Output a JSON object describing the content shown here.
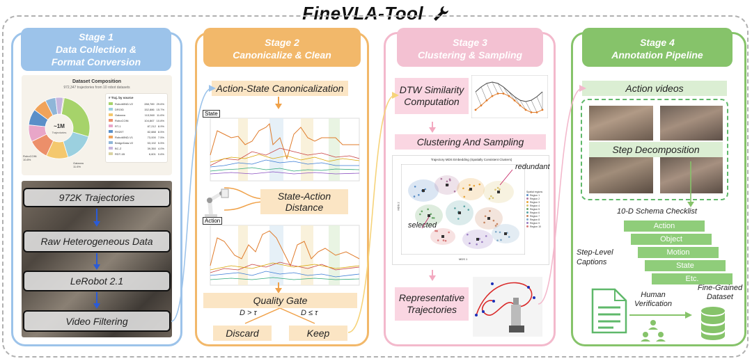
{
  "title": "FineVLA-Tool",
  "title_icon": "wrench-icon",
  "colors": {
    "stage1": "#9cc3ea",
    "stage2": "#f2b86a",
    "stage3": "#f3b9cc",
    "stage4": "#86c36a"
  },
  "stage1": {
    "header": [
      "Stage 1",
      "Data Collection &",
      "Format Conversion"
    ],
    "composition": {
      "title": "Dataset Composition",
      "subtitle": "972,347 trajectories from 10 robot datasets",
      "center_value": "~1M",
      "center_label": "Trajectories",
      "legend_title": "# Traj. by source",
      "legend": [
        {
          "name": "RoboMIND-V2",
          "count": "288,789",
          "pct": "29.6%",
          "color": "#a6d36a"
        },
        {
          "name": "DROID",
          "count": "152,886",
          "pct": "15.7%",
          "color": "#9bd0df"
        },
        {
          "name": "Galaxea",
          "count": "113,560",
          "pct": "11.6%",
          "color": "#f4c86e"
        },
        {
          "name": "RoboCOIN",
          "count": "104,867",
          "pct": "10.8%",
          "color": "#ec8f6a"
        },
        {
          "name": "RT-1",
          "count": "87,212",
          "pct": "8.9%",
          "color": "#e8a6c8"
        },
        {
          "name": "RH20T",
          "count": "82,888",
          "pct": "8.5%",
          "color": "#5a8fc8"
        },
        {
          "name": "RoboMIND-V1",
          "count": "73,000",
          "pct": "7.5%",
          "color": "#f0a35a"
        },
        {
          "name": "BridgeData-V2",
          "count": "53,192",
          "pct": "5.5%",
          "color": "#8fb6d8"
        },
        {
          "name": "BC-Z",
          "count": "39,350",
          "pct": "4.0%",
          "color": "#c6b5de"
        },
        {
          "name": "RDT-1B",
          "count": "6,601",
          "pct": "0.6%",
          "color": "#d9d2a2"
        }
      ],
      "callouts": [
        {
          "label": "RoboCOIN",
          "pct": "10.8%"
        },
        {
          "label": "Galaxea",
          "pct": "11.6%"
        }
      ],
      "pie_fractions": [
        0.296,
        0.157,
        0.116,
        0.108,
        0.089,
        0.085,
        0.075,
        0.055,
        0.04,
        0.006
      ]
    },
    "steps": [
      "972K Trajectories",
      "Raw Heterogeneous Data",
      "LeRobot 2.1",
      "Video Filtering"
    ]
  },
  "stage2": {
    "header": [
      "Stage 2",
      "Canonicalize & Clean"
    ],
    "canonicalization": "Action-State Canonicalization",
    "state_label": "State",
    "action_label": "Action",
    "distance_label": [
      "State-Action",
      "Distance"
    ],
    "quality_gate": "Quality Gate",
    "cond_discard": "D > τ",
    "cond_keep": "D ≤ τ",
    "discard": "Discard",
    "keep": "Keep"
  },
  "stage3": {
    "header": [
      "Stage 3",
      "Clustering & Sampling"
    ],
    "dtw": [
      "DTW Similarity",
      "Computation"
    ],
    "clustering": "Clustering And Sampling",
    "scatter_title": "Trajectory MDS Embedding (Spatially Consistent Clusters)",
    "scatter_xlabel": "MDS 1",
    "scatter_ylabel": "MDS 2",
    "redundant": "redundant",
    "selected": "selected",
    "legend_title": "Spatial regions",
    "legend_items": [
      "Region 1",
      "Region 2",
      "Region 3",
      "Region 4",
      "Region 5",
      "Region 6",
      "Region 7",
      "Region 8",
      "Region 9",
      "Region 10"
    ],
    "representative": [
      "Representative",
      "Trajectories"
    ]
  },
  "stage4": {
    "header": [
      "Stage 4",
      "Annotation Pipeline"
    ],
    "action_videos": "Action videos",
    "step_decomposition": "Step Decomposition",
    "schema_title": "10-D Schema Checklist",
    "schema_items": [
      "Action",
      "Object",
      "Motion",
      "State",
      "Etc."
    ],
    "step_level": [
      "Step-Level",
      "Captions"
    ],
    "human_verification": [
      "Human",
      "Verification"
    ],
    "fine_grained": [
      "Fine-Grained",
      "Dataset"
    ]
  }
}
